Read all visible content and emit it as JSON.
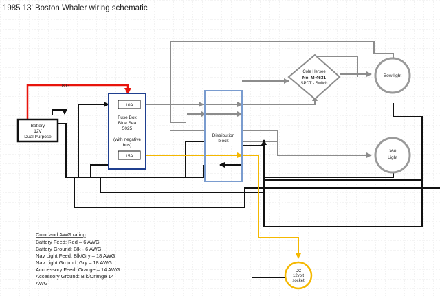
{
  "title": "1985 13' Boston Whaler wiring schematic",
  "colors": {
    "battery_feed": "#e8140c",
    "ground": "#111111",
    "nav_feed": "#8c8c8c",
    "accessory_feed": "#f5b800",
    "grid": "#cfcfcf",
    "fuse_box_border": "#1f3f8f",
    "distribution_border": "#7a9ccf"
  },
  "battery": {
    "line1": "Battery",
    "line2": "12V",
    "line3": "Dual Purpose"
  },
  "battery_feed_label": "8 G",
  "fuse_box": {
    "line1": "Fuse Box",
    "line2": "Blue Sea",
    "line3": "5025",
    "line4": "(with negative",
    "line5": "bus)",
    "fuse_top": "10A",
    "fuse_bottom": "15A"
  },
  "distribution": {
    "line1": "Distribution",
    "line2": "block"
  },
  "switch": {
    "line1": "Cole Hersee",
    "line2": "No. M-4631",
    "line3": "SPDT - Switch"
  },
  "bow_light": "Bow light",
  "light_360": {
    "line1": "360",
    "line2": "Light"
  },
  "dc_socket": {
    "line1": "DC",
    "line2": "12volt",
    "line3": "socket"
  },
  "legend": {
    "heading": "Color and AWG rating",
    "items": [
      "Battery Feed: Red – 6 AWG",
      "Battery Ground: Blk - 6 AWG",
      "Nav Light Feed: Blk/Gry – 18 AWG",
      "Nav Light Ground: Gry – 18 AWG",
      "Acccessory Feed: Orange – 14 AWG",
      "Accessory Ground: Blk/Orange 14",
      "AWG"
    ]
  }
}
